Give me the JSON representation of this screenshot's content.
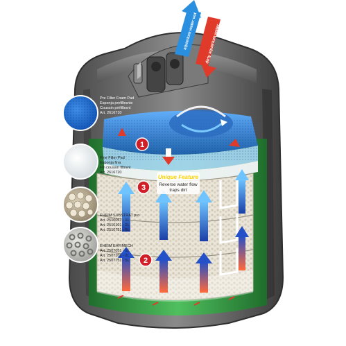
{
  "hoses": {
    "outlet": "aquarium water out",
    "inlet": "dirty aquarium water"
  },
  "media": [
    {
      "lines": [
        "Pre Filter Foam Pad",
        "Esponja prefiltrante",
        "Coussin préfiltrant",
        "Art. 2616710"
      ]
    },
    {
      "lines": [
        "Fine Filter Pad",
        "Esponja fina",
        "Fin coussin filtrant",
        "Art. 2616720"
      ]
    },
    {
      "lines": [
        "EHEIM SUBSTRAT pro",
        "Art. 2510051 - 1L",
        "Art. 2510101 - 2L",
        "Art. 2510751 - 5L"
      ]
    },
    {
      "lines": [
        "EHEIM EHFIMECH",
        "Art. 2507051 - 1L",
        "Art. 2507101 - 2L",
        "Art. 2507751 - 5L"
      ]
    }
  ],
  "steps": [
    "1",
    "2",
    "3"
  ],
  "feature": {
    "title": "Unique Feature",
    "line1": "Reverse water flow",
    "line2": "traps dirt"
  },
  "colors": {
    "canister": "#6e6e6e",
    "tank_blue": "#1f6fc7",
    "green_shell": "#3aa24a",
    "badge_red": "#d11f2a",
    "flow_red": "#e03a2a",
    "flow_blue": "#2b8fe0"
  }
}
